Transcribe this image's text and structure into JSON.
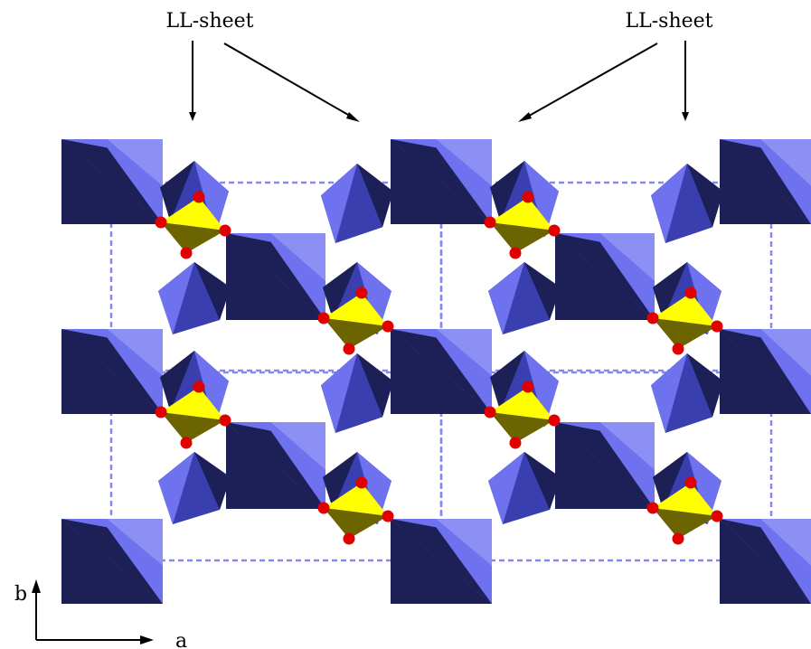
{
  "labels": {
    "sheet_left": "LL-sheet",
    "sheet_right": "LL-sheet",
    "axis_b": "b",
    "axis_a": "a"
  },
  "colors": {
    "octa_dark": "#1d1f57",
    "octa_mid": "#3a3fb0",
    "octa_light": "#6f72ee",
    "octa_pale": "#8c8ff4",
    "tetra_yellow": "#ffff00",
    "tetra_olive": "#6b6400",
    "oxygen": "#e00000",
    "cell_dash": "#8888ee"
  }
}
